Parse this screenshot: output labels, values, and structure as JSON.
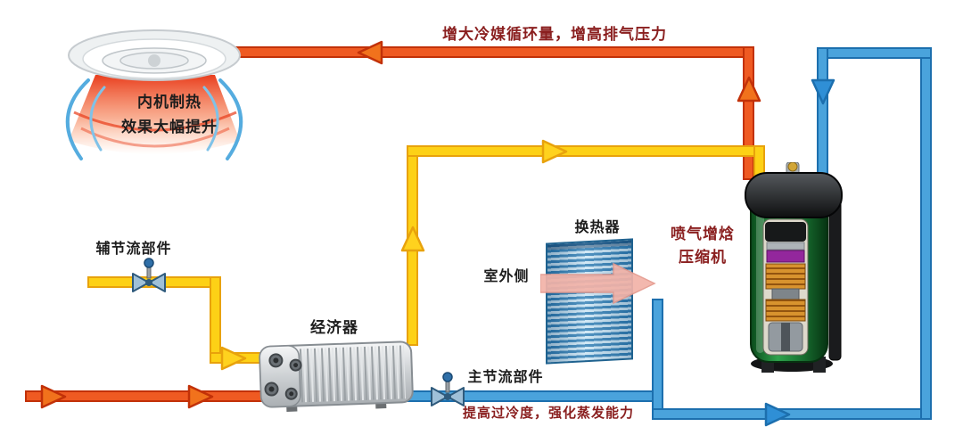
{
  "diagram": {
    "annotations": {
      "top_flow": "增大冷媒循环量，增高排气压力",
      "bottom_flow": "提高过冷度，强化蒸发能力",
      "indoor_effect_line1": "内机制热",
      "indoor_effect_line2": "效果大幅提升"
    },
    "labels": {
      "aux_throttle": "辅节流部件",
      "economizer": "经济器",
      "heat_exchanger": "换热器",
      "outdoor_side": "室外侧",
      "main_throttle": "主节流部件",
      "compressor_line1": "喷气增焓",
      "compressor_line2": "压缩机"
    },
    "colors": {
      "hot_pipe": "#ef5a22",
      "hot_pipe_border": "#c23108",
      "hot_arrow": "#f1721c",
      "warm_pipe": "#fdd116",
      "warm_pipe_border": "#e8a20c",
      "warm_arrow": "#ffd21e",
      "cold_pipe": "#4aa3dc",
      "cold_pipe_border": "#1c6fae",
      "cold_arrow": "#2f8fd6",
      "airflow_arrow": "#f3b3a8",
      "annotation_text": "#8a1f1f",
      "label_text": "#1d1d1d"
    }
  }
}
